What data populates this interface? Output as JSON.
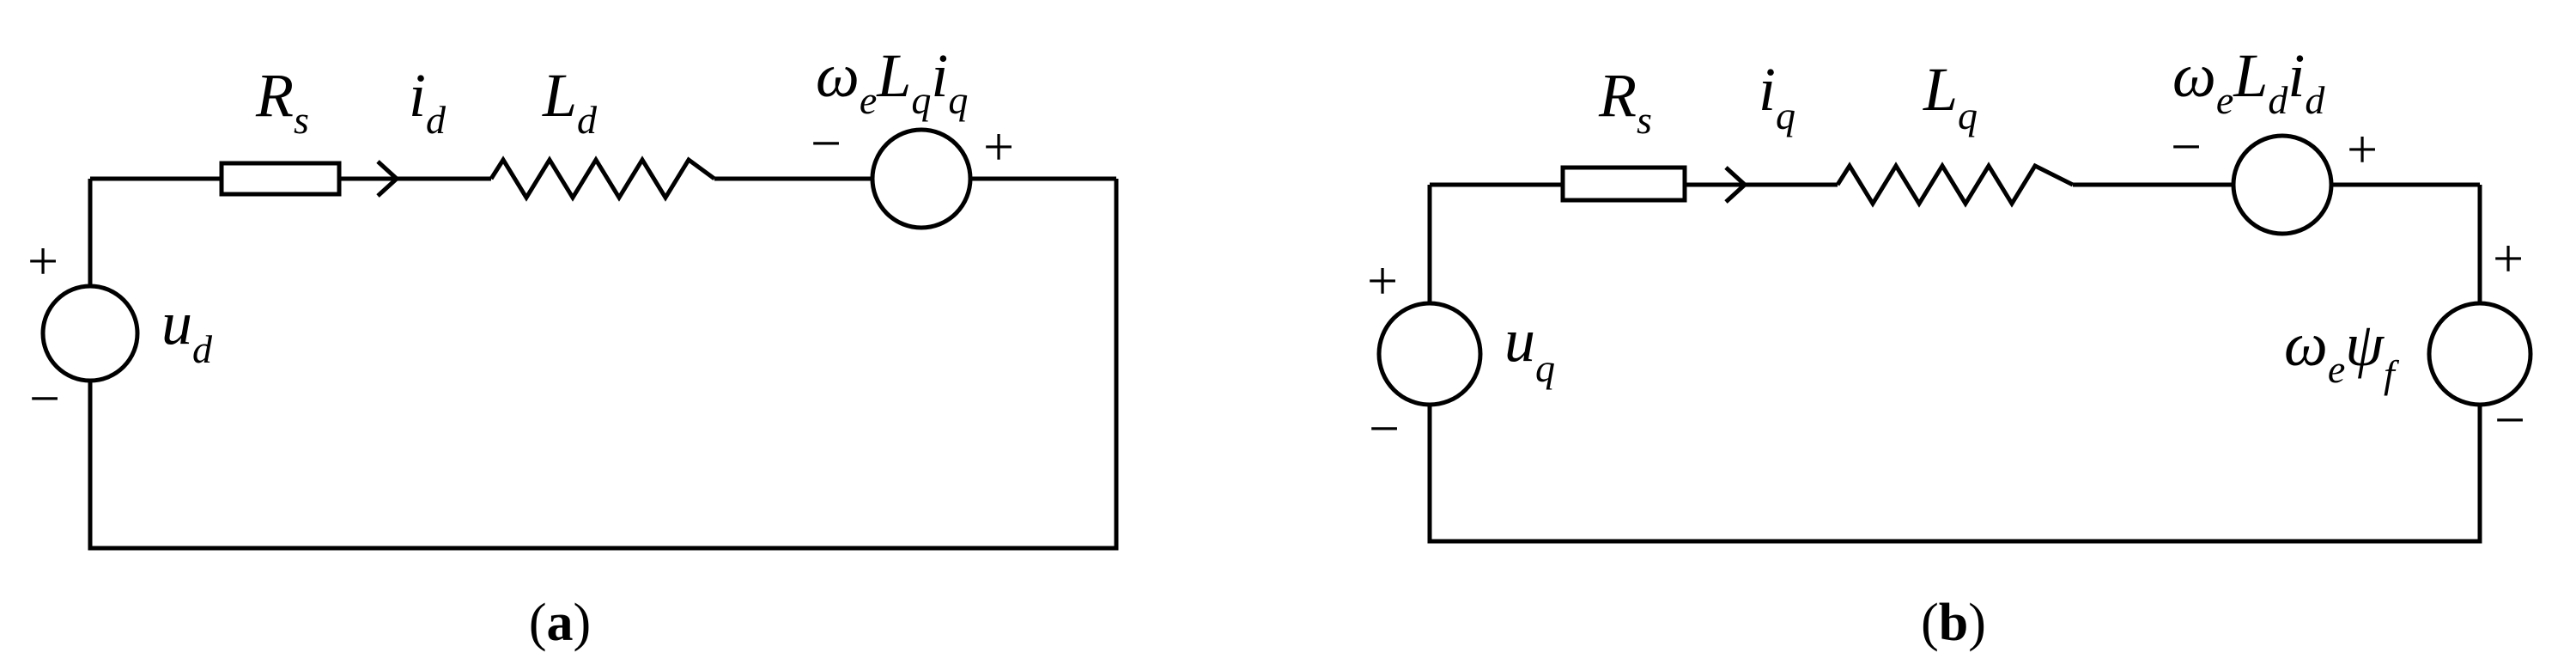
{
  "circuit_a": {
    "caption_open": "(",
    "caption_letter": "a",
    "caption_close": ")",
    "resistor": {
      "base": "R",
      "sub": "s"
    },
    "current": {
      "base": "i",
      "sub": "d"
    },
    "inductor": {
      "base": "L",
      "sub": "d"
    },
    "emf": {
      "w": "ω",
      "w_sub": "e",
      "L": "L",
      "L_sub": "q",
      "i": "i",
      "i_sub": "q"
    },
    "emf_minus": "−",
    "emf_plus": "+",
    "source": {
      "base": "u",
      "sub": "d"
    },
    "source_plus": "+",
    "source_minus": "−"
  },
  "circuit_b": {
    "caption_open": "(",
    "caption_letter": "b",
    "caption_close": ")",
    "resistor": {
      "base": "R",
      "sub": "s"
    },
    "current": {
      "base": "i",
      "sub": "q"
    },
    "inductor": {
      "base": "L",
      "sub": "q"
    },
    "emf": {
      "w": "ω",
      "w_sub": "e",
      "L": "L",
      "L_sub": "d",
      "i": "i",
      "i_sub": "d"
    },
    "emf_minus": "−",
    "emf_plus": "+",
    "source": {
      "base": "u",
      "sub": "q"
    },
    "source_plus": "+",
    "source_minus": "−",
    "flux_source": {
      "w": "ω",
      "w_sub": "e",
      "psi": "ψ",
      "psi_sub": "f"
    },
    "flux_plus": "+",
    "flux_minus": "−"
  }
}
